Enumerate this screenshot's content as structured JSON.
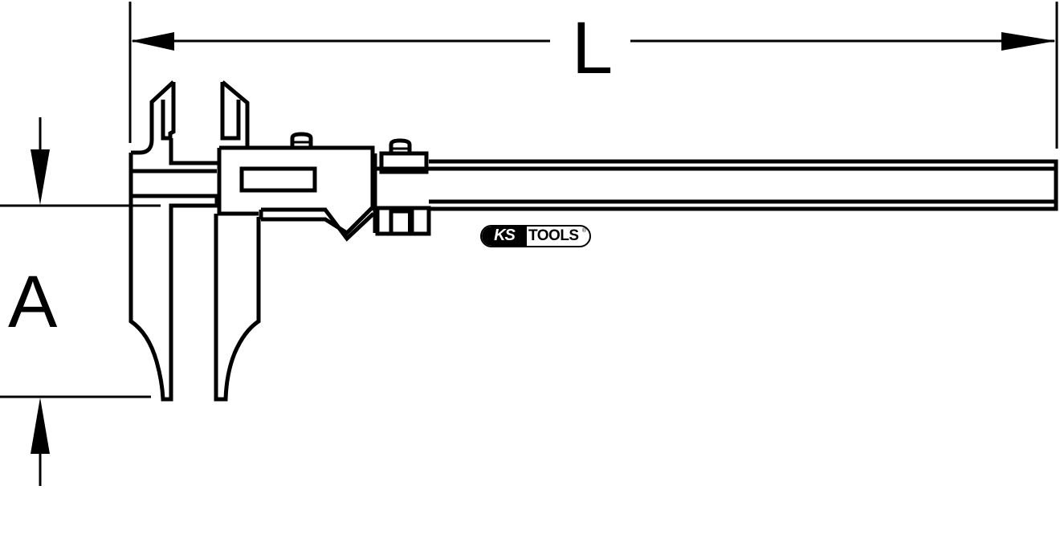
{
  "diagram": {
    "subject": "Vernier caliper with fine adjustment (technical line drawing)",
    "dimensions": {
      "length_label": "L",
      "jaw_depth_label": "A"
    },
    "brand": {
      "logo_left": "KS",
      "logo_right": "TOOLS",
      "registered_mark": "®"
    },
    "colors": {
      "line": "#000000",
      "background": "#ffffff"
    }
  }
}
